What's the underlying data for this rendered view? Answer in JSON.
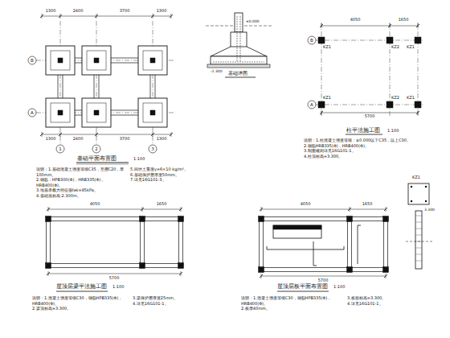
{
  "diagram": {
    "labels": [
      "1300",
      "2400",
      "3700",
      "1300",
      "1300",
      "2400",
      "3700",
      "1300",
      "1",
      "2",
      "3",
      "A",
      "B",
      "基础平面布置图",
      "1:100",
      "说明：1.基础混凝土强度等级C35，垫层C20，厚100mm。",
      "2.钢筋：HPB300(Φ)，HRB335(Φ)，HRB400(Φ)。",
      "3.地基承载力特征值fak=85kPa。",
      "4.基础底标高-2.300m。",
      "5.回填土重度γ=6×10 kg/m³。",
      "6.基础保护层厚度50mm。",
      "7.详见16G101-3。",
      "±0.000",
      "-2.300",
      "基础详图",
      "4050",
      "1650",
      "5700",
      "A",
      "B",
      "KZ1",
      "KZ2",
      "KZ1",
      "KZ1",
      "KZ2",
      "KZ1",
      "柱平法施工图",
      "1:100",
      "说明：1.柱混凝土强度等级：±0.000以下C35，以上C30。",
      "2.钢筋HRB335(Φ)，HRB400(Φ)。",
      "3.制图规则详见16G101-1。",
      "4.柱顶标高=3.300。",
      "KZ1",
      "3.300",
      "4050",
      "1650",
      "5700",
      "屋顶层梁平法施工图",
      "1:100",
      "说明：1.混凝土强度等级C30，钢筋HPB335(Φ)，HRB400(Φ)。",
      "2.梁顶标高=3.300。",
      "3.梁保护层厚度25mm。",
      "4.详见16G101-1。",
      "4050",
      "1650",
      "5700",
      "屋顶层板平面布置图",
      "1:100",
      "说明：1.混凝土强度等级C30，钢筋HPB335(Φ)，HRB400(Φ)。",
      "2.板厚40mm。",
      "3.板面标高=3.300。",
      "4.详见16G101-1。"
    ]
  }
}
